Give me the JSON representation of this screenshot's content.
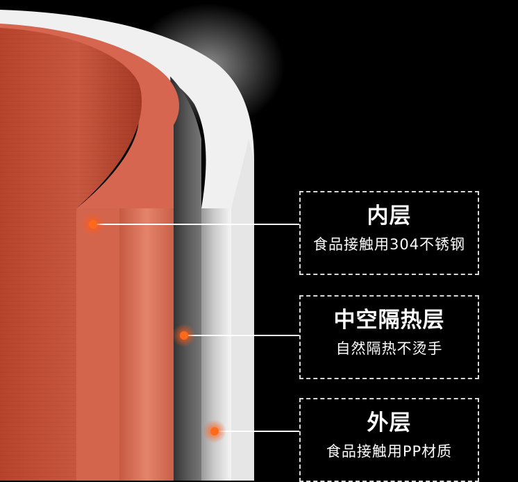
{
  "layers": [
    {
      "key": "inner",
      "title": "内层",
      "description": "食品接触用304不锈钢"
    },
    {
      "key": "middle",
      "title": "中空隔热层",
      "description": "自然隔热不烫手"
    },
    {
      "key": "outer",
      "title": "外层",
      "description": "食品接触用PP材质"
    }
  ],
  "colors": {
    "background": "#000000",
    "inner_wall": "#c9553d",
    "inner_wall_dark": "#8f2b19",
    "insulation": "#e07a63",
    "outer_shell": "#f2f2f2",
    "outer_shell_gray": "#8c8c8c",
    "marker": "#ff6a1a",
    "leader_line": "#ffffff",
    "callout_border": "#d9d9d9"
  }
}
